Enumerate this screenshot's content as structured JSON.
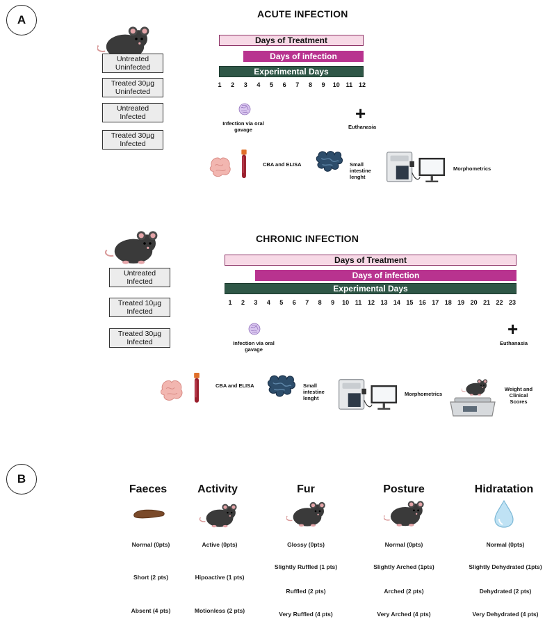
{
  "panels": {
    "a": "A",
    "b": "B"
  },
  "acute": {
    "title": "ACUTE INFECTION",
    "groups": [
      {
        "line1": "Untreated",
        "line2": "Uninfected"
      },
      {
        "line1": "Treated 30µg",
        "line2": "Uninfected"
      },
      {
        "line1": "Untreated",
        "line2": "Infected"
      },
      {
        "line1": "Treated 30µg",
        "line2": "Infected"
      }
    ],
    "bars": {
      "treatment": "Days of Treatment",
      "infection": "Days of infection",
      "experimental": "Experimental Days"
    },
    "days": [
      "1",
      "2",
      "3",
      "4",
      "5",
      "6",
      "7",
      "8",
      "9",
      "10",
      "11",
      "12"
    ],
    "infection_label": {
      "line1": "Infection via oral",
      "line2": "gavage"
    },
    "euthanasia": "Euthanasia",
    "assays": {
      "cba": "CBA and ELISA",
      "intestine": {
        "line1": "Small",
        "line2": "intestine",
        "line3": "lenght"
      },
      "morpho": "Morphometrics"
    }
  },
  "chronic": {
    "title": "CHRONIC INFECTION",
    "groups": [
      {
        "line1": "Untreated",
        "line2": "Infected"
      },
      {
        "line1": "Treated 10µg",
        "line2": "Infected"
      },
      {
        "line1": "Treated 30µg",
        "line2": "Infected"
      }
    ],
    "bars": {
      "treatment": "Days of Treatment",
      "infection": "Days of infection",
      "experimental": "Experimental Days"
    },
    "days": [
      "1",
      "2",
      "3",
      "4",
      "5",
      "6",
      "7",
      "8",
      "9",
      "10",
      "11",
      "12",
      "13",
      "14",
      "15",
      "16",
      "17",
      "18",
      "19",
      "20",
      "21",
      "22",
      "23"
    ],
    "infection_label": {
      "line1": "Infection via oral",
      "line2": "gavage"
    },
    "euthanasia": "Euthanasia",
    "assays": {
      "cba": "CBA and ELISA",
      "intestine": {
        "line1": "Small",
        "line2": "intestine",
        "line3": "lenght"
      },
      "morpho": "Morphometrics",
      "weight": {
        "line1": "Weight and",
        "line2": "Clinical",
        "line3": "Scores"
      }
    }
  },
  "scores": {
    "columns": [
      {
        "title": "Faeces",
        "items": [
          "Normal (0pts)",
          "Short (2 pts)",
          "Absent (4 pts)"
        ]
      },
      {
        "title": "Activity",
        "items": [
          "Active (0pts)",
          "Hipoactive (1 pts)",
          "Motionless (2 pts)"
        ]
      },
      {
        "title": "Fur",
        "items": [
          "Glossy (0pts)",
          "Slightly Ruffled (1 pts)",
          "Ruffled (2 pts)",
          "Very Ruffled (4 pts)"
        ]
      },
      {
        "title": "Posture",
        "items": [
          "Normal (0pts)",
          "Slightly Arched (1pts)",
          "Arched (2 pts)",
          "Very Arched (4 pts)"
        ]
      },
      {
        "title": "Hidratation",
        "items": [
          "Normal (0pts)",
          "Slightly Dehydrated (1pts)",
          "Dehydrated (2 pts)",
          "Very Dehydrated (4 pts)"
        ]
      }
    ]
  },
  "colors": {
    "treatment": "#f7d9e6",
    "infection": "#b8338f",
    "experimental": "#2f5747",
    "mouse": "#3a3a3a"
  }
}
